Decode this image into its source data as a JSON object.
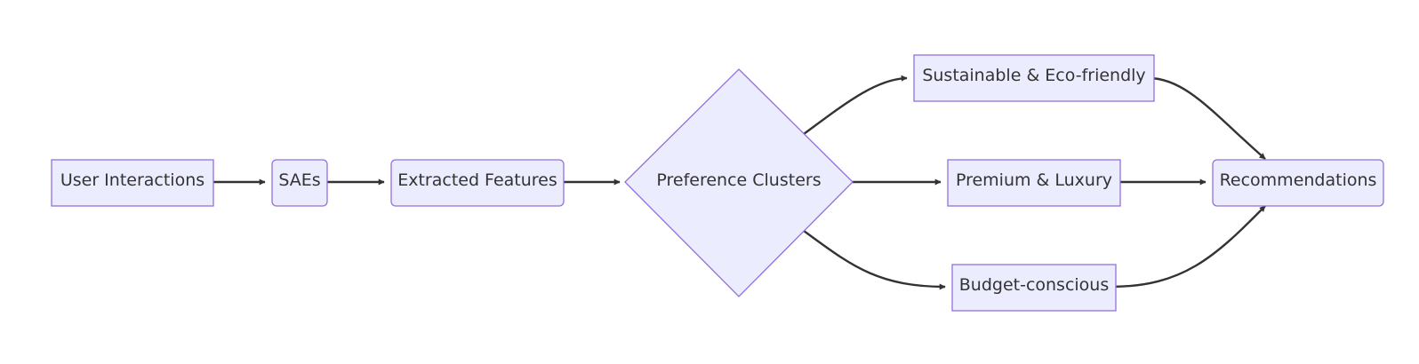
{
  "diagram": {
    "colors": {
      "node_fill": "#ececff",
      "node_stroke": "#9370db",
      "edge": "#333333",
      "text": "#333333"
    },
    "nodes": {
      "user_interactions": {
        "label": "User Interactions",
        "shape": "rect"
      },
      "saes": {
        "label": "SAEs",
        "shape": "rounded-rect"
      },
      "extracted_features": {
        "label": "Extracted Features",
        "shape": "rounded-rect"
      },
      "preference_clusters": {
        "label": "Preference Clusters",
        "shape": "diamond"
      },
      "sustainable": {
        "label": "Sustainable & Eco-friendly",
        "shape": "rect"
      },
      "premium": {
        "label": "Premium & Luxury",
        "shape": "rect"
      },
      "budget": {
        "label": "Budget-conscious",
        "shape": "rect"
      },
      "recommendations": {
        "label": "Recommendations",
        "shape": "rounded-rect"
      }
    },
    "edges": [
      {
        "from": "user_interactions",
        "to": "saes"
      },
      {
        "from": "saes",
        "to": "extracted_features"
      },
      {
        "from": "extracted_features",
        "to": "preference_clusters"
      },
      {
        "from": "preference_clusters",
        "to": "sustainable"
      },
      {
        "from": "preference_clusters",
        "to": "premium"
      },
      {
        "from": "preference_clusters",
        "to": "budget"
      },
      {
        "from": "sustainable",
        "to": "recommendations"
      },
      {
        "from": "premium",
        "to": "recommendations"
      },
      {
        "from": "budget",
        "to": "recommendations"
      }
    ]
  }
}
